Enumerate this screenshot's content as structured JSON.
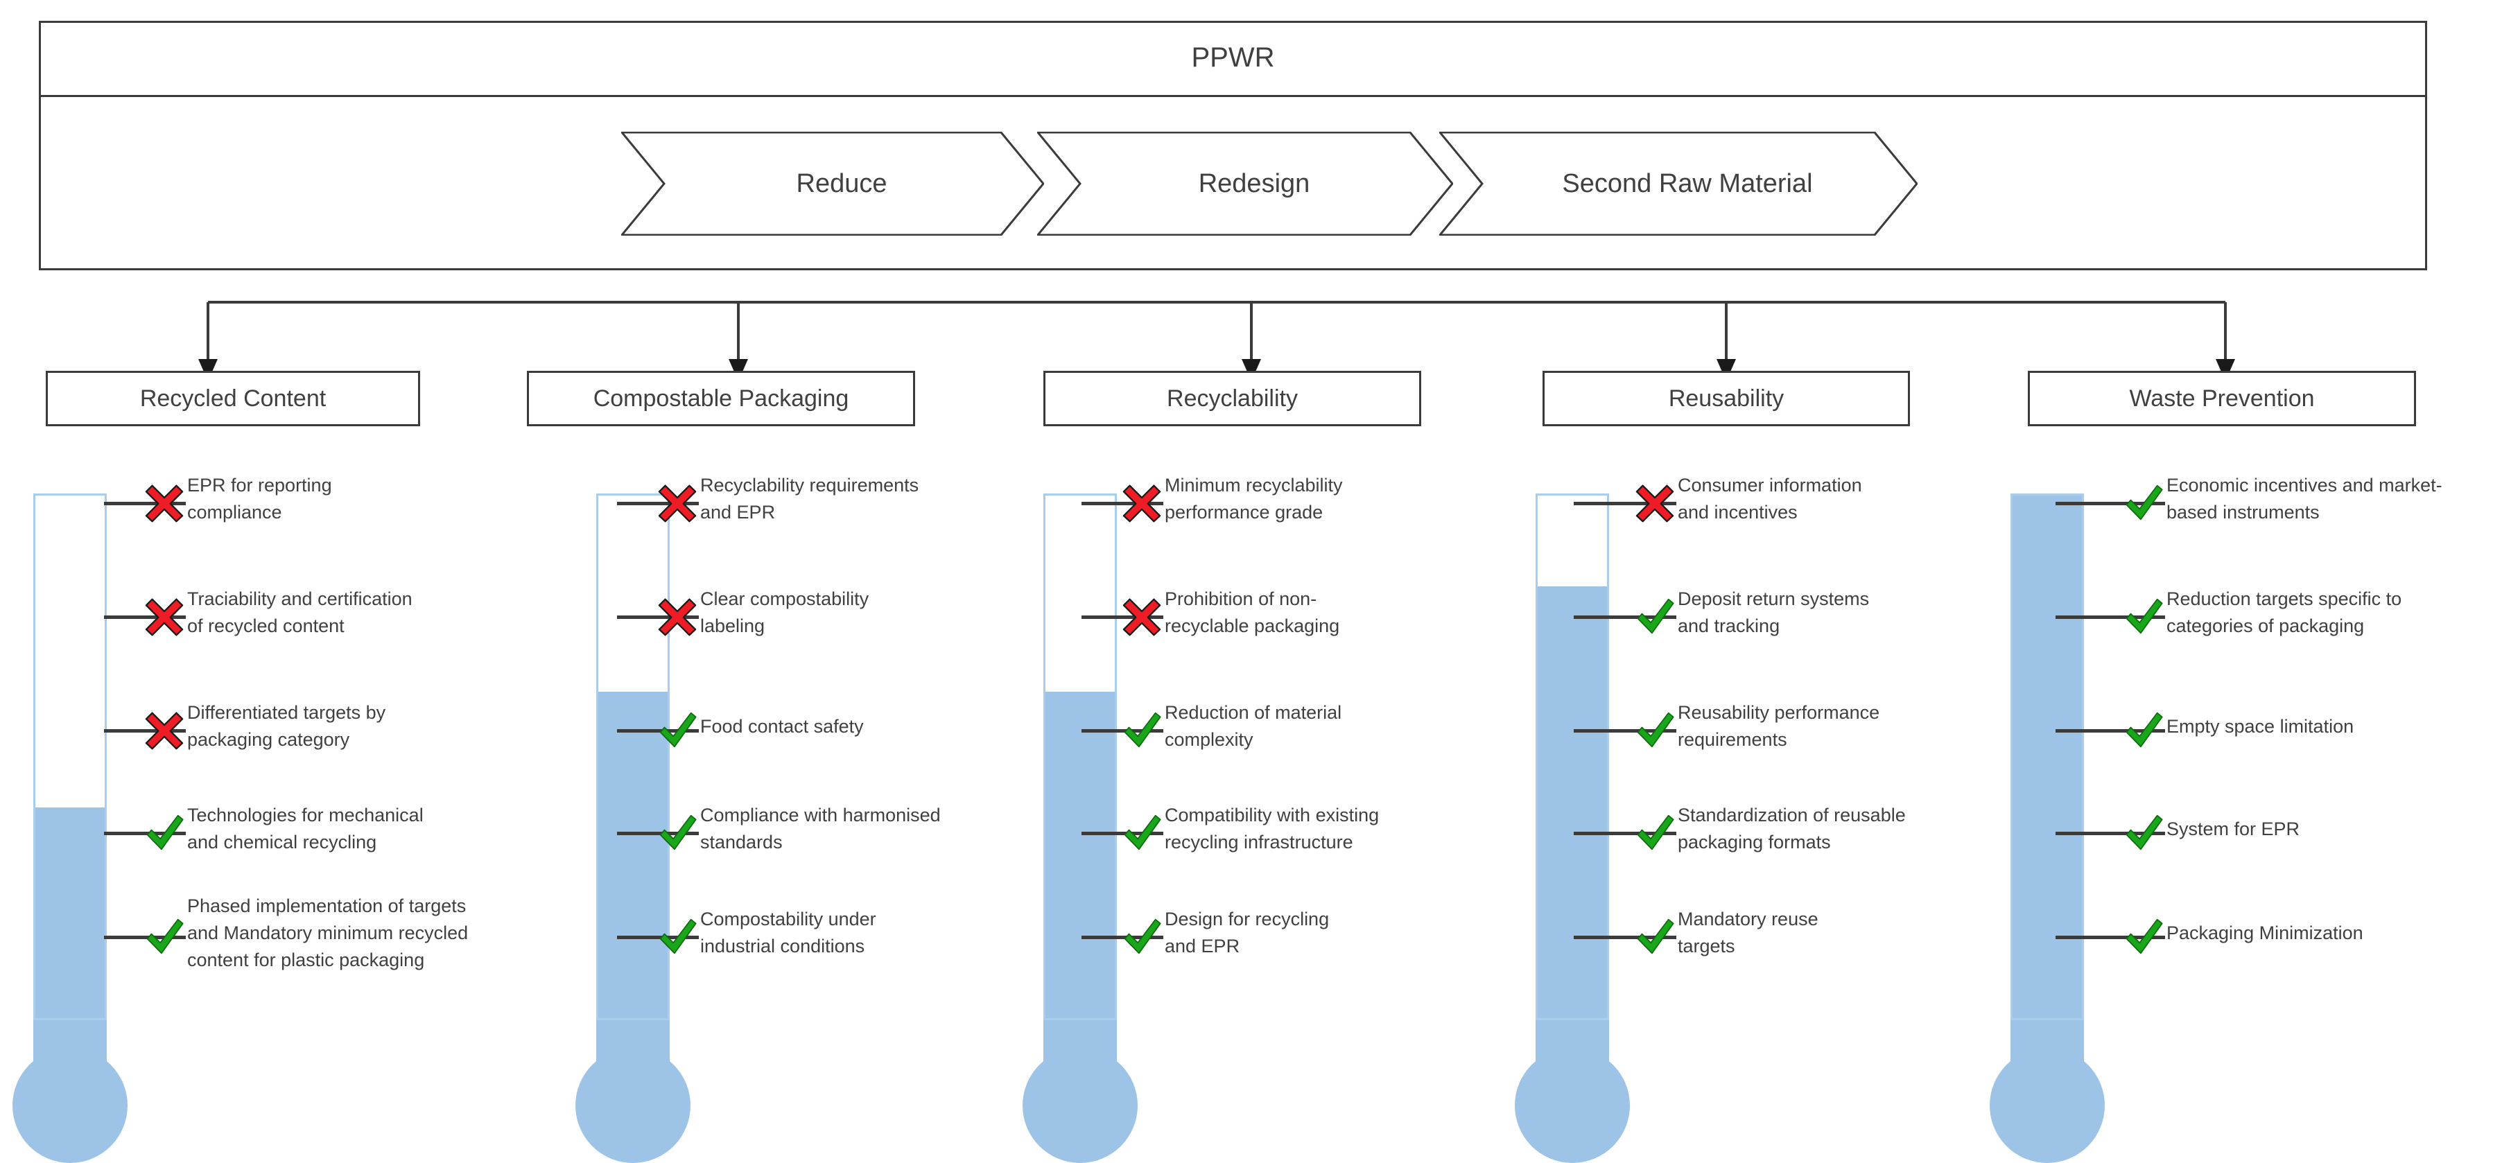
{
  "header": {
    "title": "PPWR",
    "stages": [
      "Reduce",
      "Redesign",
      "Second Raw Material"
    ]
  },
  "legend": {
    "check_icon": "green-check-icon",
    "cross_icon": "red-cross-icon"
  },
  "colors": {
    "thermometer_fill": "#9dc3e6",
    "thermometer_outline": "#a9cdeb",
    "check_green": "#1aa61a",
    "cross_red": "#ee1c25",
    "box_border": "#3b3b3b",
    "text": "#404040"
  },
  "columns": [
    {
      "title": "Recycled Content",
      "fill_percent": 40,
      "items": [
        {
          "status": "cross",
          "lines": [
            "EPR for reporting",
            "compliance"
          ]
        },
        {
          "status": "cross",
          "lines": [
            "Traciability and certification",
            "of recycled content"
          ]
        },
        {
          "status": "cross",
          "lines": [
            "Differentiated targets by",
            "packaging category"
          ]
        },
        {
          "status": "check",
          "lines": [
            "Technologies for mechanical",
            "and chemical recycling"
          ]
        },
        {
          "status": "check",
          "lines": [
            "Phased implementation of targets",
            "and Mandatory minimum recycled",
            "content for plastic packaging"
          ]
        }
      ]
    },
    {
      "title": "Compostable Packaging",
      "fill_percent": 62,
      "items": [
        {
          "status": "cross",
          "lines": [
            "Recyclability requirements",
            "and EPR"
          ]
        },
        {
          "status": "cross",
          "lines": [
            "Clear compostability",
            "labeling"
          ]
        },
        {
          "status": "check",
          "lines": [
            "Food contact safety"
          ]
        },
        {
          "status": "check",
          "lines": [
            "Compliance with harmonised",
            "standards"
          ]
        },
        {
          "status": "check",
          "lines": [
            "Compostability under",
            "industrial conditions"
          ]
        }
      ]
    },
    {
      "title": "Recyclability",
      "fill_percent": 62,
      "items": [
        {
          "status": "cross",
          "lines": [
            "Minimum recyclability",
            "performance grade"
          ]
        },
        {
          "status": "cross",
          "lines": [
            "Prohibition of non-",
            "recyclable packaging"
          ]
        },
        {
          "status": "check",
          "lines": [
            "Reduction of material",
            "complexity"
          ]
        },
        {
          "status": "check",
          "lines": [
            "Compatibility with existing",
            "recycling infrastructure"
          ]
        },
        {
          "status": "check",
          "lines": [
            "Design for recycling",
            "and EPR"
          ]
        }
      ]
    },
    {
      "title": "Reusability",
      "fill_percent": 82,
      "items": [
        {
          "status": "cross",
          "lines": [
            "Consumer information",
            "and incentives"
          ]
        },
        {
          "status": "check",
          "lines": [
            "Deposit return systems",
            "and tracking"
          ]
        },
        {
          "status": "check",
          "lines": [
            "Reusability performance",
            "requirements"
          ]
        },
        {
          "status": "check",
          "lines": [
            "Standardization of reusable",
            "packaging formats"
          ]
        },
        {
          "status": "check",
          "lines": [
            "Mandatory reuse",
            "targets"
          ]
        }
      ]
    },
    {
      "title": "Waste Prevention",
      "fill_percent": 100,
      "items": [
        {
          "status": "check",
          "lines": [
            "Economic incentives and market-",
            "based instruments"
          ]
        },
        {
          "status": "check",
          "lines": [
            "Reduction targets specific to",
            "categories of packaging"
          ]
        },
        {
          "status": "check",
          "lines": [
            "Empty space limitation"
          ]
        },
        {
          "status": "check",
          "lines": [
            "System for EPR"
          ]
        },
        {
          "status": "check",
          "lines": [
            "Packaging Minimization"
          ]
        }
      ]
    }
  ]
}
